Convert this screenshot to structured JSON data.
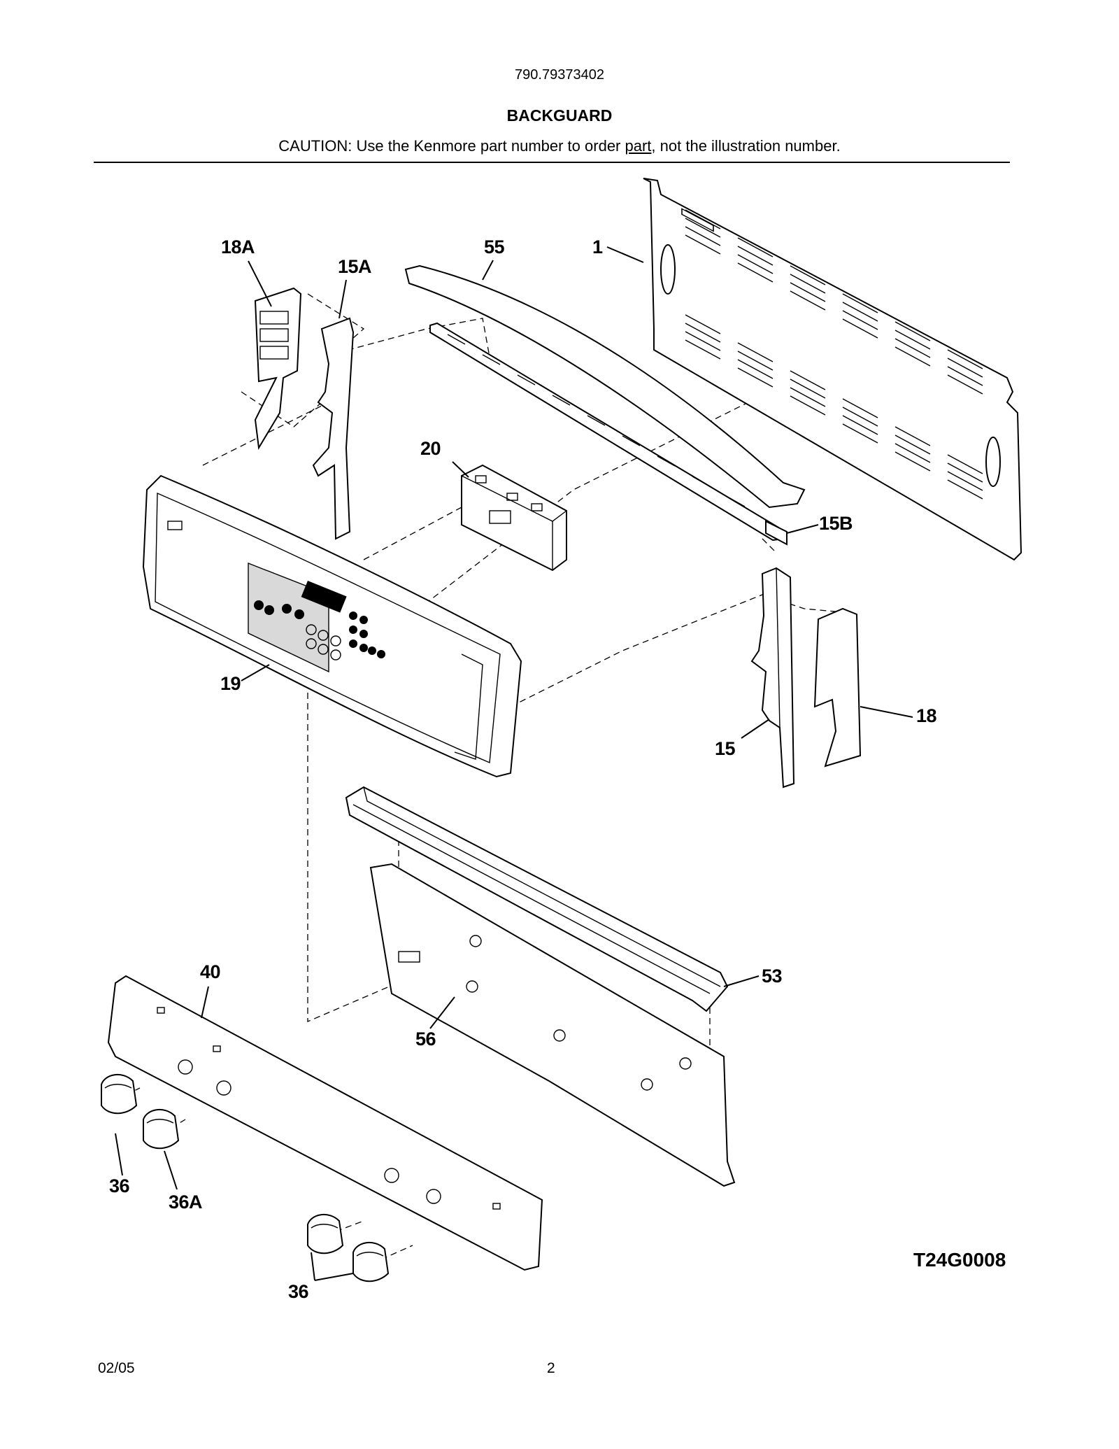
{
  "header": {
    "model_number": "790.79373402",
    "section_title": "BACKGUARD",
    "caution_prefix": "CAUTION: Use the Kenmore part number to order ",
    "caution_underlined": "part",
    "caution_suffix": ", not the illustration number."
  },
  "callouts": {
    "c18A": "18A",
    "c15A": "15A",
    "c55": "55",
    "c1": "1",
    "c20": "20",
    "c15B": "15B",
    "c19": "19",
    "c15": "15",
    "c18": "18",
    "c40": "40",
    "c53": "53",
    "c56": "56",
    "c36a": "36",
    "c36A": "36A",
    "c36b": "36"
  },
  "figure_code": "T24G0008",
  "footer": {
    "date": "02/05",
    "page": "2"
  }
}
